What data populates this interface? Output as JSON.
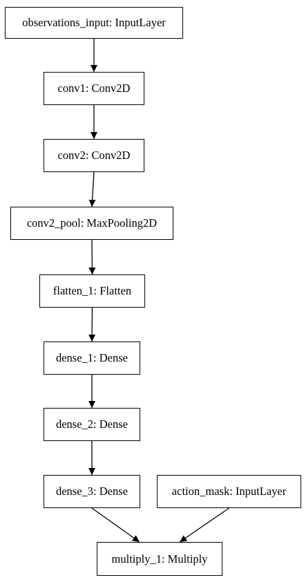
{
  "diagram": {
    "nodes": [
      {
        "id": "observations_input",
        "label": "observations_input: InputLayer"
      },
      {
        "id": "conv1",
        "label": "conv1: Conv2D"
      },
      {
        "id": "conv2",
        "label": "conv2: Conv2D"
      },
      {
        "id": "conv2_pool",
        "label": "conv2_pool: MaxPooling2D"
      },
      {
        "id": "flatten_1",
        "label": "flatten_1: Flatten"
      },
      {
        "id": "dense_1",
        "label": "dense_1: Dense"
      },
      {
        "id": "dense_2",
        "label": "dense_2: Dense"
      },
      {
        "id": "dense_3",
        "label": "dense_3: Dense"
      },
      {
        "id": "action_mask",
        "label": "action_mask: InputLayer"
      },
      {
        "id": "multiply_1",
        "label": "multiply_1: Multiply"
      }
    ],
    "edges": [
      {
        "from": "observations_input",
        "to": "conv1"
      },
      {
        "from": "conv1",
        "to": "conv2"
      },
      {
        "from": "conv2",
        "to": "conv2_pool"
      },
      {
        "from": "conv2_pool",
        "to": "flatten_1"
      },
      {
        "from": "flatten_1",
        "to": "dense_1"
      },
      {
        "from": "dense_1",
        "to": "dense_2"
      },
      {
        "from": "dense_2",
        "to": "dense_3"
      },
      {
        "from": "dense_3",
        "to": "multiply_1"
      },
      {
        "from": "action_mask",
        "to": "multiply_1"
      }
    ]
  }
}
